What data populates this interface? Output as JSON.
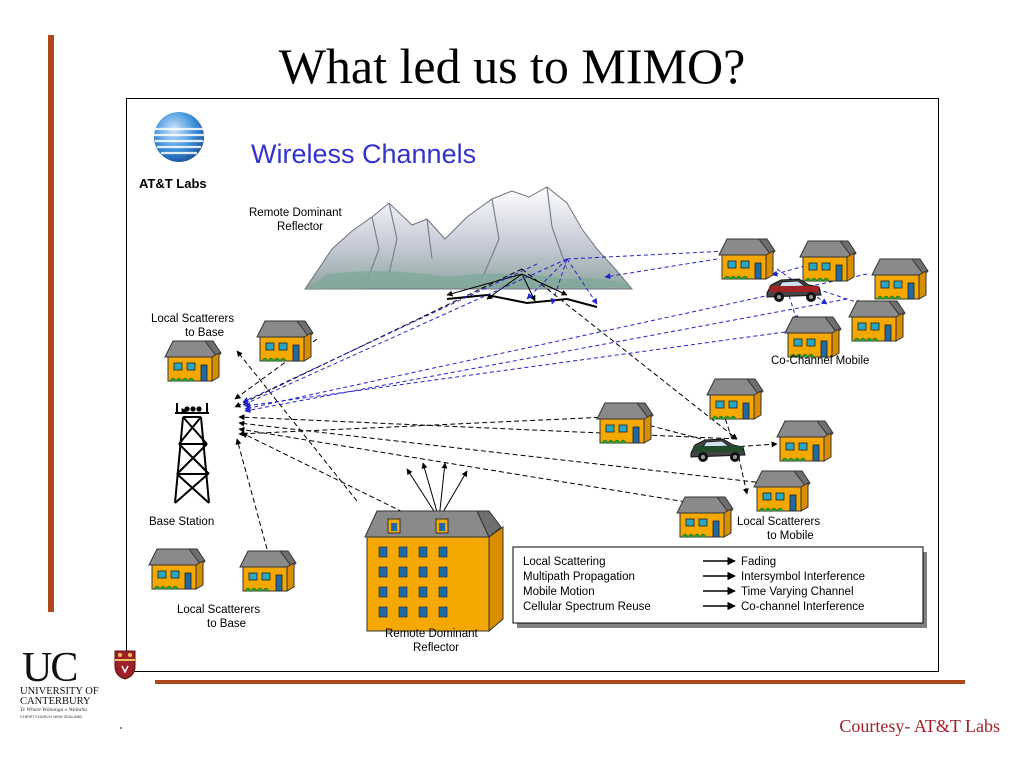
{
  "slide": {
    "title": "What led us to MIMO?",
    "courtesy": "Courtesy- AT&T Labs",
    "accent_color": "#b0461c",
    "courtesy_color": "#a0202a"
  },
  "figure": {
    "brand": "AT&T Labs",
    "heading": "Wireless Channels",
    "heading_color": "#3333cc",
    "labels": {
      "remote_reflector_top_1": "Remote Dominant",
      "remote_reflector_top_2": "Reflector",
      "local_scatterers_base_top_1": "Local Scatterers",
      "local_scatterers_base_top_2": "to Base",
      "co_channel_mobile": "Co-Channel Mobile",
      "base_station": "Base Station",
      "local_scatterers_mobile_1": "Local Scatterers",
      "local_scatterers_mobile_2": "to Mobile",
      "local_scatterers_base_bottom_1": "Local Scatterers",
      "local_scatterers_base_bottom_2": "to Base",
      "remote_reflector_bottom_1": "Remote Dominant",
      "remote_reflector_bottom_2": "Reflector"
    },
    "legend": [
      {
        "cause": "Local Scattering",
        "effect": "Fading"
      },
      {
        "cause": "Multipath Propagation",
        "effect": "Intersymbol Interference"
      },
      {
        "cause": "Mobile Motion",
        "effect": "Time Varying Channel"
      },
      {
        "cause": "Cellular Spectrum Reuse",
        "effect": "Co-channel Interference"
      }
    ],
    "colors": {
      "house_body": "#f5a800",
      "roof": "#8a8a8a",
      "interference_line": "#2222cc",
      "signal_line": "#000000"
    }
  },
  "university": {
    "letters": "UC",
    "line1": "UNIVERSITY OF",
    "line2": "CANTERBURY",
    "motto": "Te Whare Wānanga o Waitaha",
    "place": "CHRISTCHURCH NEW ZEALAND"
  }
}
